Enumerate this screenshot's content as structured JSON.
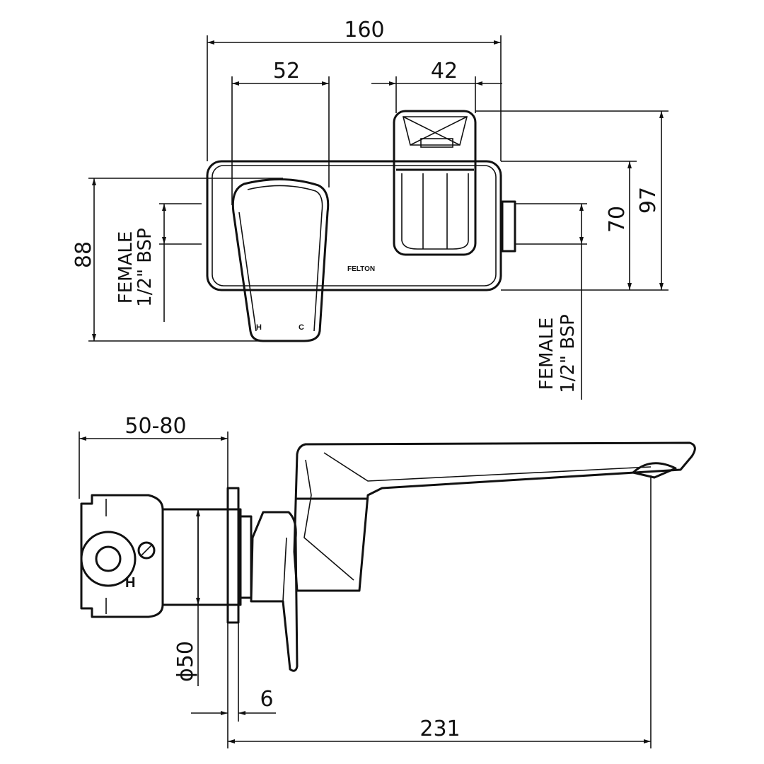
{
  "top_view": {
    "dimensions": {
      "overall_width": "160",
      "handle_width": "52",
      "spout_width": "42",
      "overall_height": "97",
      "plate_height": "70",
      "handle_height": "88"
    },
    "connection_left": {
      "line1": "FEMALE",
      "line2": "1/2\" BSP"
    },
    "connection_right": {
      "line1": "FEMALE",
      "line2": "1/2\" BSP"
    },
    "brand": "FELTON",
    "hot_label": "H",
    "cold_label": "C"
  },
  "side_view": {
    "dimensions": {
      "wall_depth": "50-80",
      "diameter": "ϕ50",
      "plate_thickness": "6",
      "spout_reach": "231"
    },
    "valve_label": "H"
  }
}
